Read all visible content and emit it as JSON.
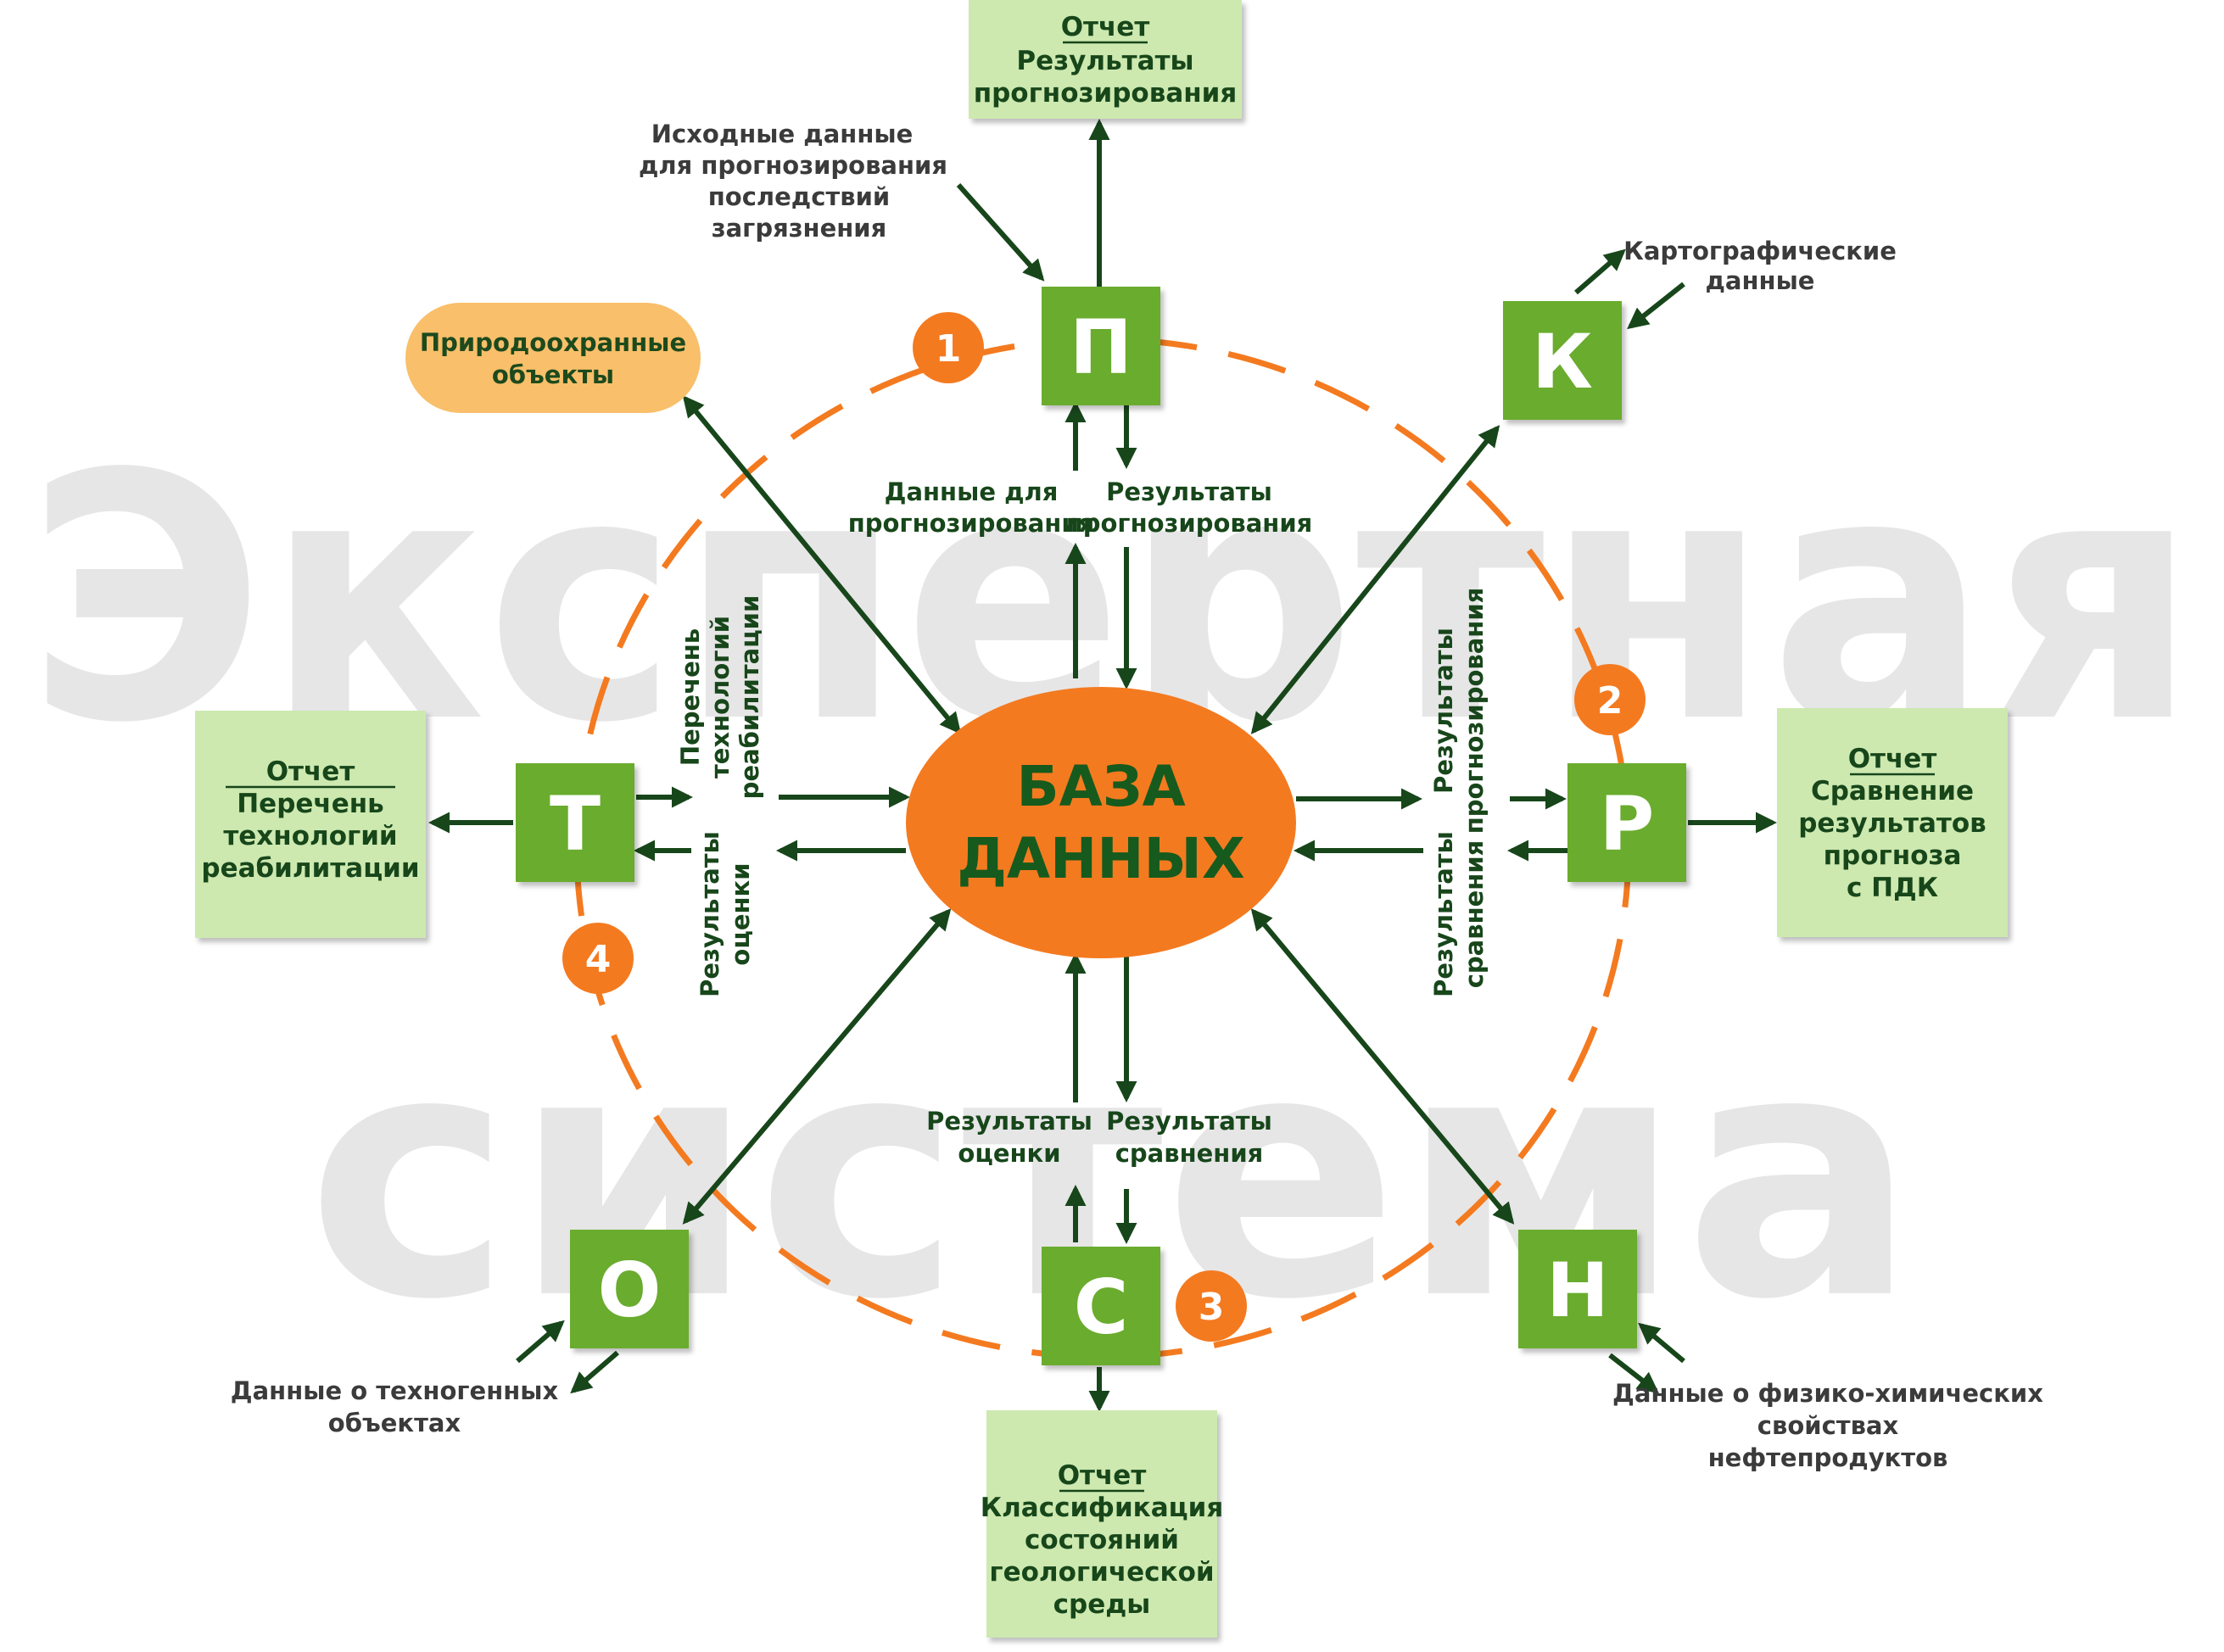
{
  "watermark": {
    "line1": "Экспертная",
    "line2": "система"
  },
  "database": {
    "line1": "БАЗА",
    "line2": "ДАННЫХ"
  },
  "colors": {
    "node_green": "#6aac2e",
    "report_fill": "#cde9b0",
    "orange": "#f47a20",
    "oval_fill": "#f9bf6a",
    "arrow": "#17461a",
    "watermark": "#e6e6e6"
  },
  "nodes": {
    "p": "П",
    "k": "К",
    "r": "Р",
    "n": "Н",
    "s": "С",
    "o": "О",
    "t": "Т"
  },
  "stage_numbers": [
    "1",
    "2",
    "3",
    "4"
  ],
  "reports": {
    "top": {
      "title": "Отчет",
      "lines": [
        "Результаты",
        "прогнозирования"
      ]
    },
    "right": {
      "title": "Отчет",
      "lines": [
        "Сравнение",
        "результатов",
        "прогноза",
        "с ПДК"
      ]
    },
    "bottom": {
      "title": "Отчет",
      "lines": [
        "Классификация",
        "состояний",
        "геологической",
        "среды"
      ]
    },
    "left": {
      "title": "Отчет",
      "lines": [
        "Перечень",
        "технологий",
        "реабилитации"
      ]
    }
  },
  "nature_objects": [
    "Природоохранные",
    "объекты"
  ],
  "labels": {
    "initial_data": [
      "Исходные данные",
      "для прогнозирования",
      "последствий",
      "загрязнения"
    ],
    "cartographic": [
      "Картографические",
      "данные"
    ],
    "technogenic": [
      "Данные о техногенных",
      "объектах"
    ],
    "physchem": [
      "Данные о физико-химических",
      "свойствах",
      "нефтепродуктов"
    ],
    "forecast_data": [
      "Данные для",
      "прогнозирования"
    ],
    "forecast_results_top": [
      "Результаты",
      "прогнозирования"
    ],
    "eval_results_bottom": [
      "Результаты",
      "оценки"
    ],
    "compare_results_bottom": [
      "Результаты",
      "сравнения"
    ],
    "tech_list": [
      "Перечень",
      "технологий",
      "реабилитации"
    ],
    "eval_results_left": [
      "Результаты",
      "оценки"
    ],
    "forecast_results_right": [
      "Результаты",
      "прогнозирования"
    ],
    "compare_results_right": [
      "Результаты",
      "сравнения"
    ]
  }
}
